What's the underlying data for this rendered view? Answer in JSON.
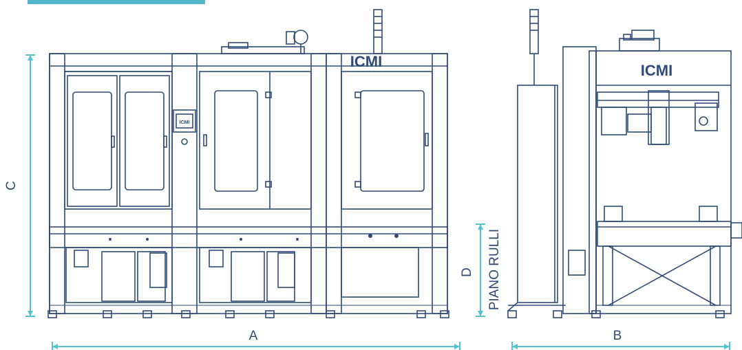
{
  "logo_text": "ICMI",
  "panel_brand": "ICMI",
  "dimensions": {
    "A": "A",
    "B": "B",
    "C": "C",
    "D": "D",
    "roller_plane_label": "PIANO RULLI"
  },
  "colors": {
    "line": "#2f4a78",
    "dimension": "#55c2d2",
    "accent_bar": "#4fb7c9"
  }
}
